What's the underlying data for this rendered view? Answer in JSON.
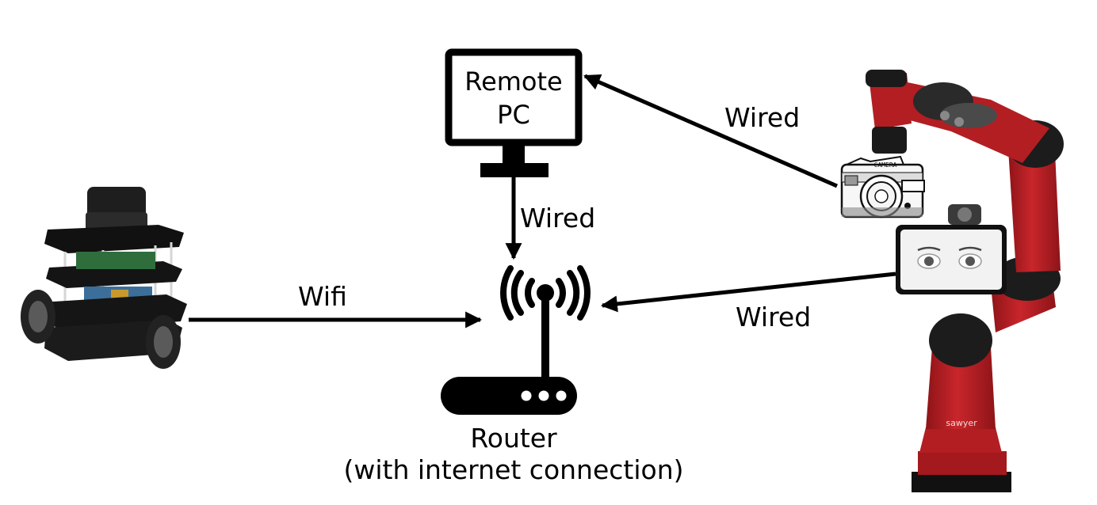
{
  "diagram": {
    "remote_pc_line1": "Remote",
    "remote_pc_line2": "PC",
    "router_line1": "Router",
    "router_line2": "(with internet connection)",
    "edges": {
      "wifi": "Wifi",
      "wired_pc_router": "Wired",
      "wired_camera_pc": "Wired",
      "wired_robot_router": "Wired"
    },
    "camera_text": "CAMERA",
    "robot_brand": "sawyer"
  },
  "colors": {
    "robot_red": "#b21e22",
    "robot_dark": "#1c1c1c",
    "line": "#000000"
  }
}
